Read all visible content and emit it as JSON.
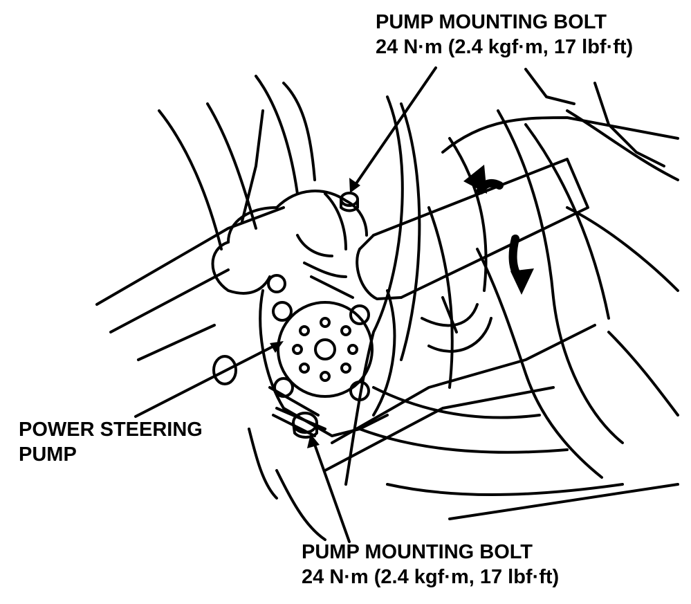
{
  "colors": {
    "ink": "#000000",
    "paper": "#ffffff"
  },
  "labels": {
    "top_bolt": {
      "name": "PUMP MOUNTING BOLT",
      "torque": "24 N·m (2.4 kgf·m, 17 lbf·ft)"
    },
    "pump": {
      "line1": "POWER STEERING",
      "line2": "PUMP"
    },
    "bottom_bolt": {
      "name": "PUMP MOUNTING BOLT",
      "torque": "24 N·m (2.4 kgf·m, 17 lbf·ft)"
    }
  },
  "icons": [
    "rotation-arrow-up-icon",
    "rotation-arrow-down-icon"
  ]
}
